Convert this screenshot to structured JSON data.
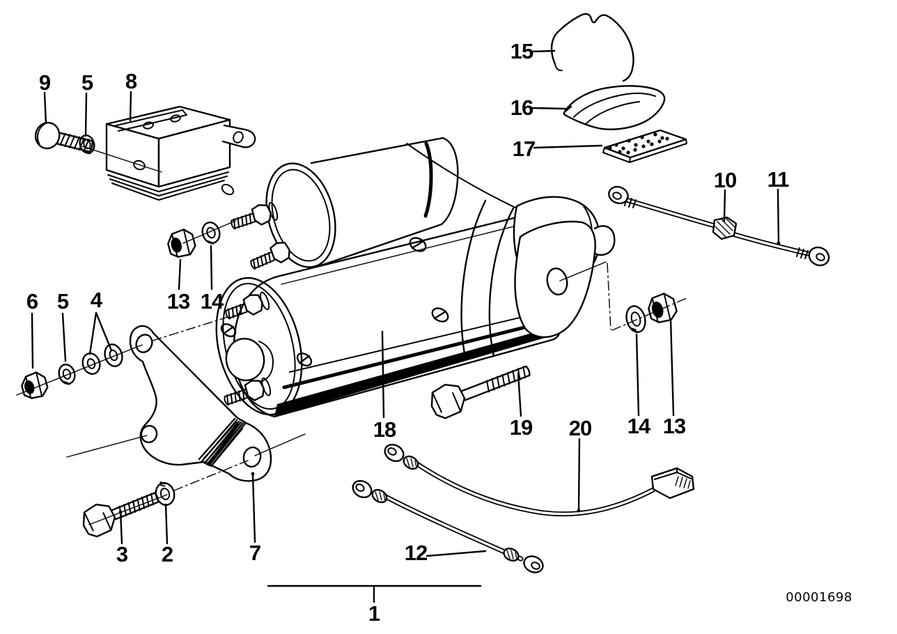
{
  "figure": {
    "colors": {
      "ink": "#000000",
      "paper": "#ffffff"
    },
    "drawing_number": "00001698",
    "callouts": {
      "c1": "1",
      "c2": "2",
      "c3": "3",
      "c4": "4",
      "c5_top": "5",
      "c5_left": "5",
      "c6": "6",
      "c7": "7",
      "c8": "8",
      "c9": "9",
      "c10": "10",
      "c11": "11",
      "c12": "12",
      "c13_left": "13",
      "c13_right": "13",
      "c14_left": "14",
      "c14_right": "14",
      "c15": "15",
      "c16": "16",
      "c17": "17",
      "c18": "18",
      "c19": "19",
      "c20": "20"
    }
  }
}
